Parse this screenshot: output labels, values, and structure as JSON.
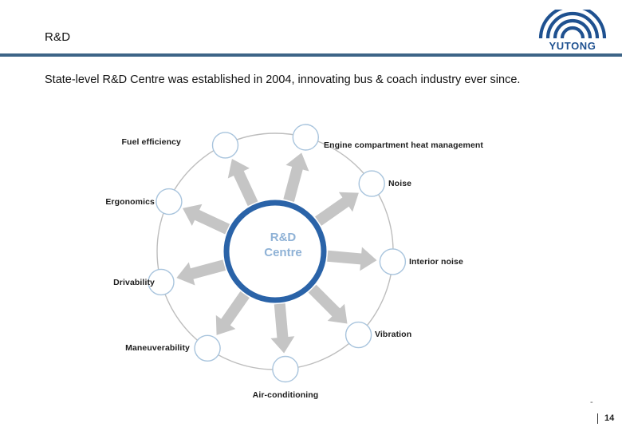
{
  "header": {
    "title": "R&D",
    "rule_color": "#3d6487",
    "logo": {
      "name": "yutong-logo",
      "wordmark": "YUTONG",
      "color": "#1f5190"
    }
  },
  "intro": {
    "text": "State-level R&D Centre was established in 2004, innovating bus & coach industry ever since."
  },
  "diagram": {
    "hub": {
      "line1": "R&D",
      "line2": "Centre",
      "ring_color": "#2a63a8",
      "text_color": "#8fb2d6"
    },
    "node_border_color": "#a8c4dd",
    "arrow_color": "#c5c5c5",
    "ring_color": "#bdbdbd",
    "nodes": [
      {
        "id": "engine-compartment-heat-management",
        "label": "Engine compartment heat management",
        "align": "right"
      },
      {
        "id": "noise",
        "label": "Noise",
        "align": "right"
      },
      {
        "id": "interior-noise",
        "label": "Interior noise",
        "align": "right"
      },
      {
        "id": "vibration",
        "label": "Vibration",
        "align": "right"
      },
      {
        "id": "air-conditioning",
        "label": "Air-conditioning",
        "align": "center"
      },
      {
        "id": "maneuverability",
        "label": "Maneuverability",
        "align": "left"
      },
      {
        "id": "drivability",
        "label": "Drivability",
        "align": "left"
      },
      {
        "id": "ergonomics",
        "label": "Ergonomics",
        "align": "left"
      },
      {
        "id": "fuel-efficiency",
        "label": "Fuel efficiency",
        "align": "left"
      }
    ]
  },
  "footer": {
    "dash": "-",
    "page_number": "14"
  }
}
